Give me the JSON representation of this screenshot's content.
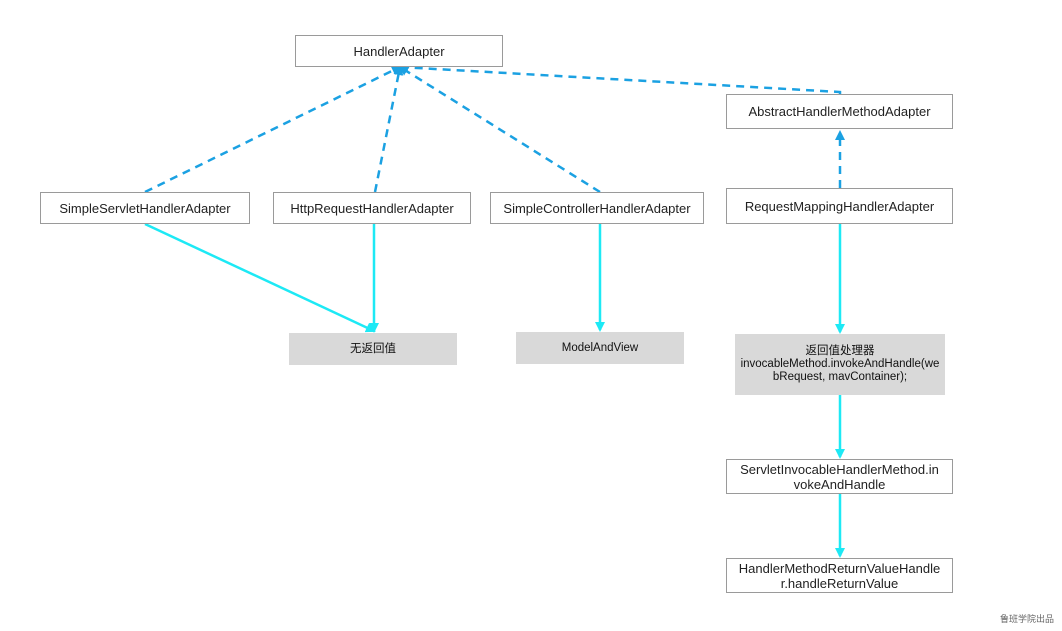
{
  "nodes": {
    "handler_adapter": "HandlerAdapter",
    "abstract_handler_method_adapter": "AbstractHandlerMethodAdapter",
    "simple_servlet_handler_adapter": "SimpleServletHandlerAdapter",
    "http_request_handler_adapter": "HttpRequestHandlerAdapter",
    "simple_controller_handler_adapter": "SimpleControllerHandlerAdapter",
    "request_mapping_handler_adapter": "RequestMappingHandlerAdapter",
    "no_return_value": "无返回值",
    "model_and_view": "ModelAndView",
    "return_value_processor_title": "返回值处理器",
    "return_value_processor_line1": "invocableMethod.invokeAndHandle(we",
    "return_value_processor_line2": "bRequest, mavContainer);",
    "servlet_invocable_line1": "ServletInvocableHandlerMethod.in",
    "servlet_invocable_line2": "vokeAndHandle",
    "return_value_handler_line1": "HandlerMethodReturnValueHandle",
    "return_value_handler_line2": "r.handleReturnValue"
  },
  "colors": {
    "implements_edge": "#1ba1e2",
    "flow_edge": "#1de9f5",
    "grey_box": "#d9d9d9"
  },
  "watermark": "鲁班学院出品"
}
